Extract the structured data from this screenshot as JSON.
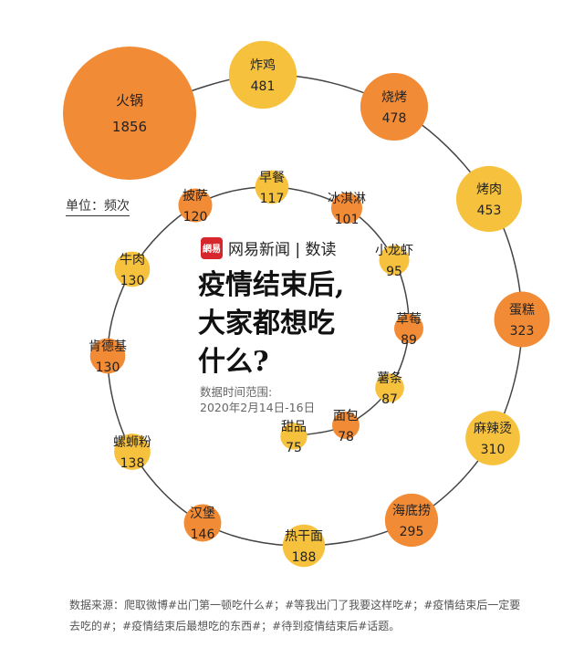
{
  "header": {
    "brand_logo": "網易",
    "brand": "网易新闻 | 数读",
    "title_lines": [
      "疫情结束后,",
      "大家都想吃",
      "什么?"
    ],
    "range_label": "数据时间范围:",
    "range_value": "2020年2月14日-16日"
  },
  "unit_label": "单位：频次",
  "source": "数据来源：爬取微博#出门第一顿吃什么#；#等我出门了我要这样吃#；#疫情结束后一定要去吃的#；#疫情结束后最想吃的东西#；#待到疫情结束后#话题。",
  "colors": {
    "orange": "#F28B36",
    "yellow": "#F6C23E"
  },
  "chart_data": {
    "type": "bubble-spiral",
    "title": "疫情结束后，大家都想吃什么？",
    "unit": "频次",
    "items": [
      {
        "name": "火锅",
        "value": 1856
      },
      {
        "name": "炸鸡",
        "value": 481
      },
      {
        "name": "烧烤",
        "value": 478
      },
      {
        "name": "烤肉",
        "value": 453
      },
      {
        "name": "蛋糕",
        "value": 323
      },
      {
        "name": "麻辣烫",
        "value": 310
      },
      {
        "name": "海底捞",
        "value": 295
      },
      {
        "name": "热干面",
        "value": 188
      },
      {
        "name": "汉堡",
        "value": 146
      },
      {
        "name": "螺蛳粉",
        "value": 138
      },
      {
        "name": "肯德基",
        "value": 130
      },
      {
        "name": "牛肉",
        "value": 130
      },
      {
        "name": "披萨",
        "value": 120
      },
      {
        "name": "早餐",
        "value": 117
      },
      {
        "name": "冰淇淋",
        "value": 101
      },
      {
        "name": "小龙虾",
        "value": 95
      },
      {
        "name": "草莓",
        "value": 89
      },
      {
        "name": "薯条",
        "value": 87
      },
      {
        "name": "面包",
        "value": 78
      },
      {
        "name": "甜品",
        "value": 75
      }
    ]
  }
}
